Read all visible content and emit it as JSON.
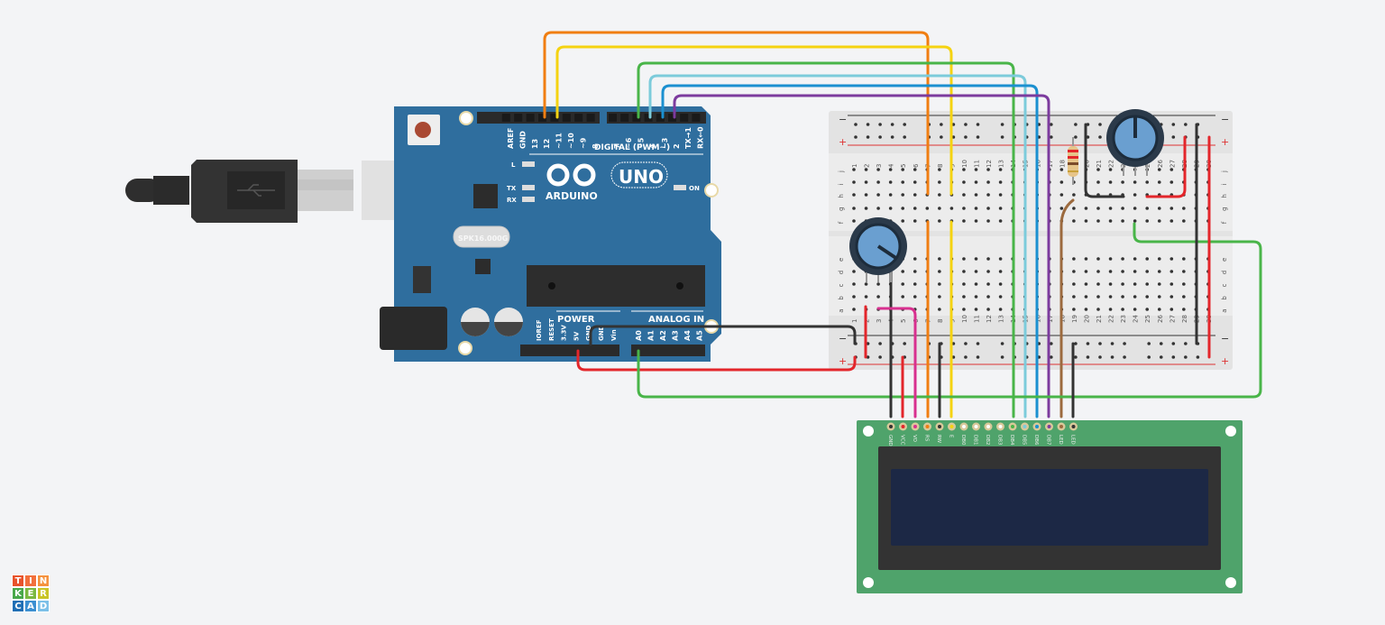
{
  "app": {
    "name": "Tinkercad Circuits",
    "logo_letters": [
      "T",
      "I",
      "N",
      "K",
      "E",
      "R",
      "C",
      "A",
      "D"
    ],
    "logo_colors": [
      "#e8532b",
      "#f2703c",
      "#f5923e",
      "#49a84a",
      "#7ab840",
      "#c9c426",
      "#1f6fb5",
      "#3b8fd1",
      "#7cc0e8"
    ]
  },
  "arduino": {
    "brand": "ARDUINO",
    "model": "UNO",
    "crystal": "SPK16.000G",
    "digital_header_label": "DIGITAL (PWM~)",
    "digital_pins": [
      "AREF",
      "GND",
      "13",
      "12",
      "~11",
      "~10",
      "~9",
      "8",
      "7",
      "~6",
      "~5",
      "4",
      "~3",
      "2",
      "TX→1",
      "RX←0"
    ],
    "power_header_label": "POWER",
    "power_pins": [
      "IOREF",
      "RESET",
      "3.3V",
      "5V",
      "GND",
      "GND",
      "Vin"
    ],
    "analog_header_label": "ANALOG IN",
    "analog_pins": [
      "A0",
      "A1",
      "A2",
      "A3",
      "A4",
      "A5"
    ],
    "leds": [
      "L",
      "TX",
      "RX",
      "ON"
    ]
  },
  "breadboard": {
    "rows_top": [
      "j",
      "i",
      "h",
      "g",
      "f"
    ],
    "rows_bottom": [
      "e",
      "d",
      "c",
      "b",
      "a"
    ],
    "columns": [
      "1",
      "2",
      "3",
      "4",
      "5",
      "6",
      "7",
      "8",
      "9",
      "10",
      "11",
      "12",
      "13",
      "14",
      "15",
      "16",
      "17",
      "18",
      "19",
      "20",
      "21",
      "22",
      "23",
      "24",
      "25",
      "26",
      "27",
      "28",
      "29",
      "30"
    ],
    "rail_minus": "−",
    "rail_plus": "+"
  },
  "lcd": {
    "pins": [
      "GND",
      "VCC",
      "VO",
      "RS",
      "RW",
      "E",
      "DB0",
      "DB1",
      "DB2",
      "DB3",
      "DB4",
      "DB5",
      "DB6",
      "DB7",
      "LED",
      "LED"
    ],
    "pin_wire_colors": [
      "#333333",
      "#e3262b",
      "#d8308f",
      "#f07e12",
      "#333333",
      "#f5d312",
      "",
      "",
      "",
      "",
      "#49b549",
      "#7ccbdb",
      "#1b90d0",
      "#7c3b9e",
      "#9c6a3e",
      "#333333"
    ]
  },
  "wire_colors": {
    "orange": "#f07e12",
    "yellow": "#f5d312",
    "green": "#49b549",
    "lightblue": "#7ccbdb",
    "blue": "#1b90d0",
    "purple": "#7c3b9e",
    "black": "#333333",
    "red": "#e3262b",
    "pink": "#d8308f",
    "brown": "#9c6a3e"
  },
  "components": {
    "usb_cable": "USB-B cable",
    "potentiometer_count": 2,
    "resistor": "220 Ω"
  }
}
